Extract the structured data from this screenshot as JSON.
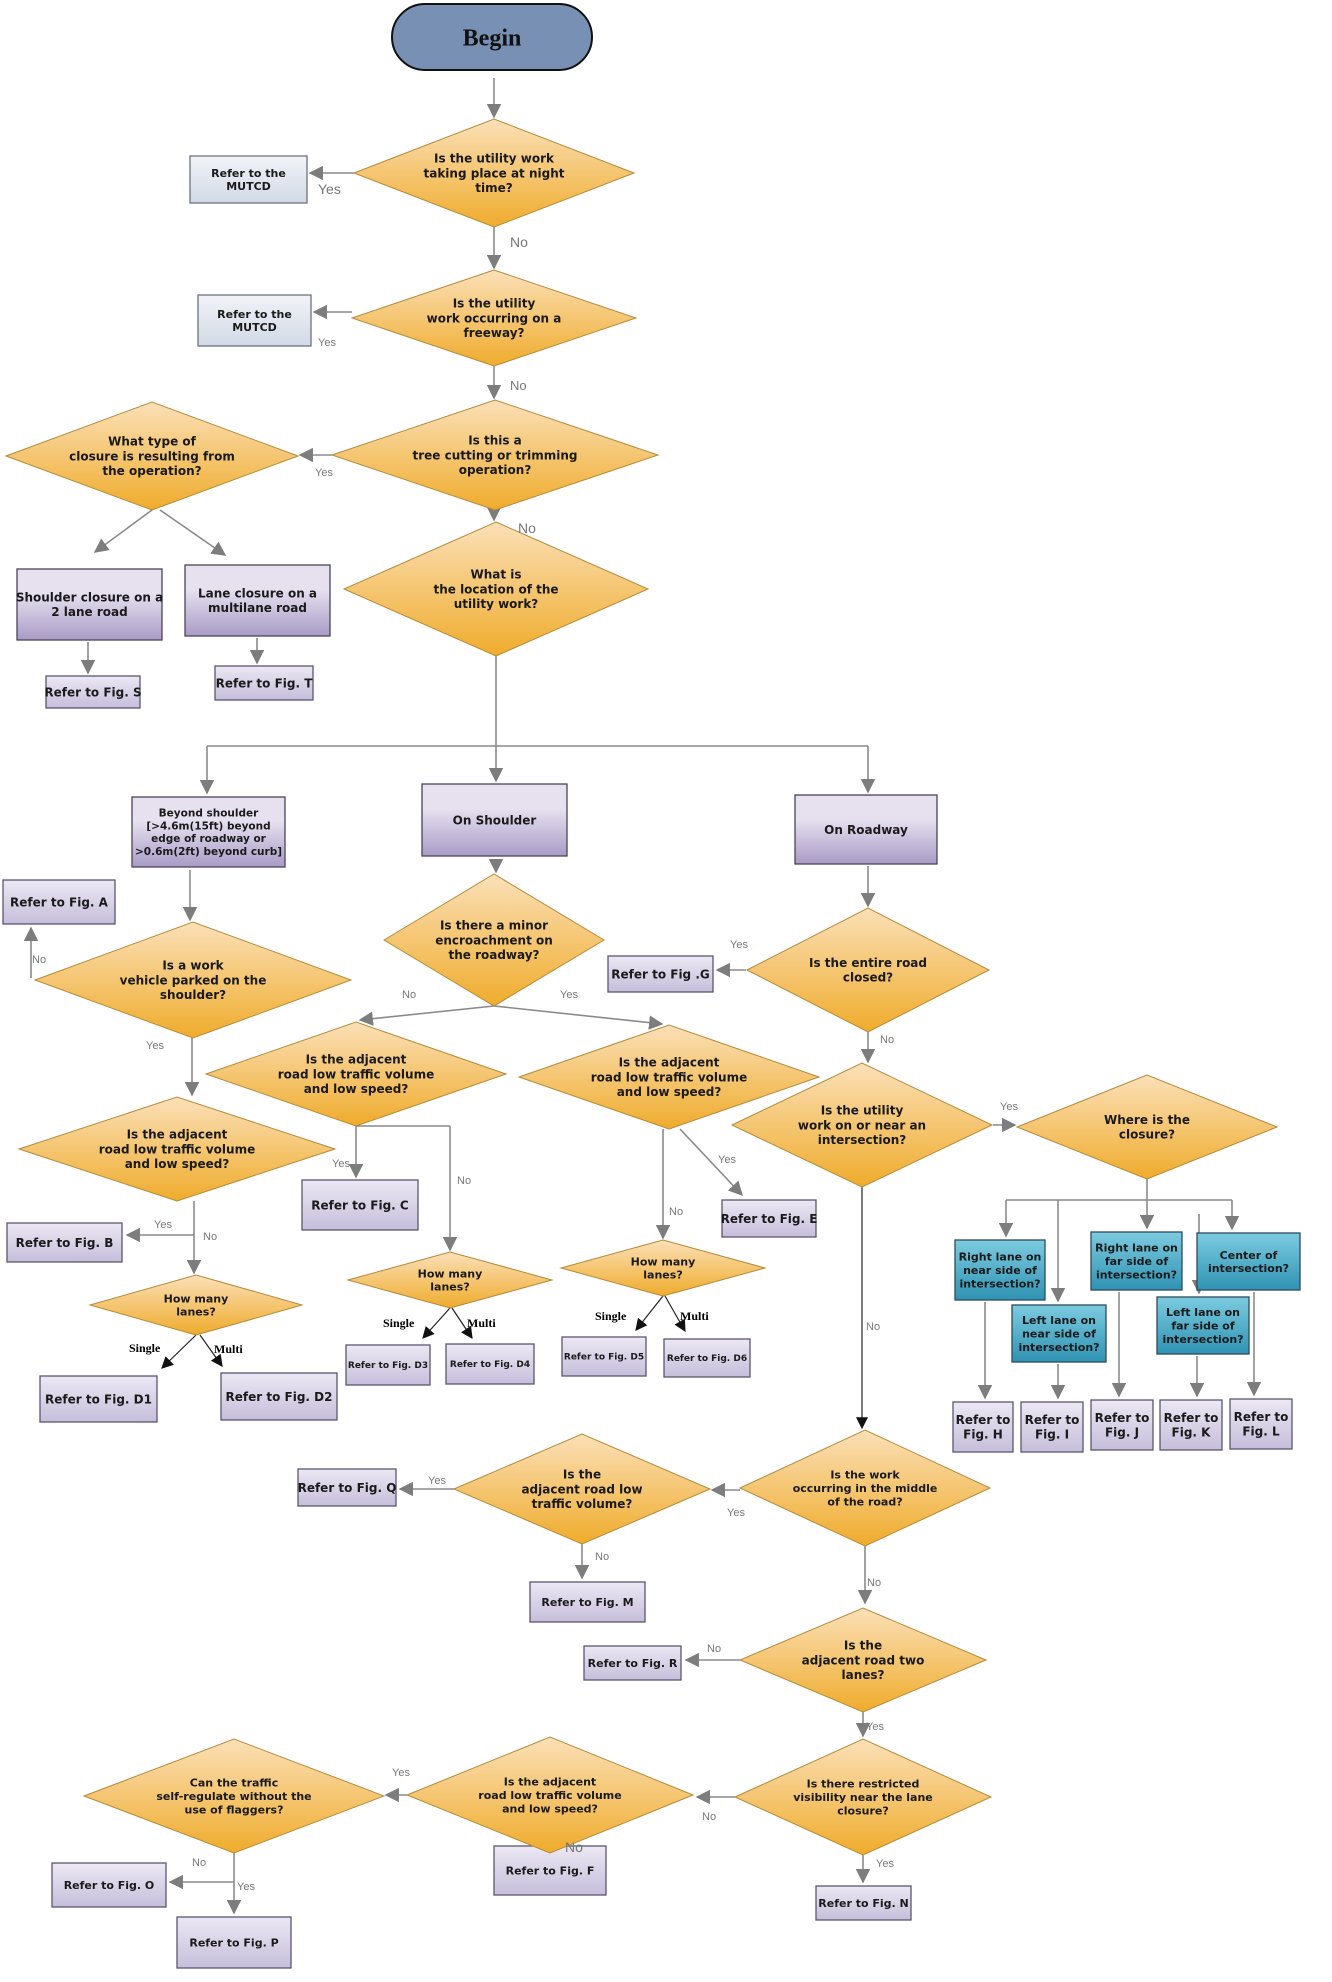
{
  "title": "Utility work traffic control selection flowchart",
  "colors": {
    "decision_top": "#fbe0b8",
    "decision_bottom": "#efac2c",
    "process_top": "#e6e0ef",
    "process_bottom": "#a99bc6",
    "reference_top": "#ece8f3",
    "reference_bottom": "#c6bedb",
    "mutcd_top": "#f1f3f7",
    "mutcd_bottom": "#d2dae6",
    "question_box_top": "#7ccbe0",
    "question_box_bottom": "#2f93b3",
    "begin_fill": "#7890b3",
    "connector": "#8a8a8a"
  },
  "nodes": {
    "begin": {
      "type": "start",
      "text": [
        "Begin"
      ]
    },
    "q_night": {
      "type": "decision",
      "text": [
        "Is the utility work",
        "taking place at night",
        "time?"
      ]
    },
    "mutcd_1": {
      "type": "mutcd",
      "text": [
        "Refer to the",
        "MUTCD"
      ]
    },
    "q_freeway": {
      "type": "decision",
      "text": [
        "Is the utility",
        "work occurring on a",
        "freeway?"
      ]
    },
    "mutcd_2": {
      "type": "mutcd",
      "text": [
        "Refer to the",
        "MUTCD"
      ]
    },
    "q_tree": {
      "type": "decision",
      "text": [
        "Is this a",
        "tree cutting or trimming",
        "operation?"
      ]
    },
    "q_closure_type": {
      "type": "decision",
      "text": [
        "What type of",
        "closure is resulting from",
        "the operation?"
      ]
    },
    "shoulder_2lane": {
      "type": "process",
      "text": [
        "Shoulder closure on a",
        "2 lane road"
      ]
    },
    "lane_multilane": {
      "type": "process",
      "text": [
        "Lane closure on a",
        "multilane road"
      ]
    },
    "fig_s": {
      "type": "reference",
      "text": [
        "Refer to Fig. S"
      ]
    },
    "fig_t": {
      "type": "reference",
      "text": [
        "Refer to Fig. T"
      ]
    },
    "q_location": {
      "type": "decision",
      "text": [
        "What is",
        "the location of the",
        "utility work?"
      ]
    },
    "beyond_shoulder": {
      "type": "process",
      "text": [
        "Beyond shoulder",
        "[>4.6m(15ft) beyond",
        "edge of roadway or",
        ">0.6m(2ft) beyond curb]"
      ]
    },
    "on_shoulder": {
      "type": "process",
      "text": [
        "On Shoulder"
      ]
    },
    "on_roadway": {
      "type": "process",
      "text": [
        "On Roadway"
      ]
    },
    "fig_a": {
      "type": "reference",
      "text": [
        "Refer to Fig. A"
      ]
    },
    "q_vehicle_parked": {
      "type": "decision",
      "text": [
        "Is a work",
        "vehicle parked on the",
        "shoulder?"
      ]
    },
    "q_minor_encroach": {
      "type": "decision",
      "text": [
        "Is there a minor",
        "encroachment on",
        "the roadway?"
      ]
    },
    "fig_g": {
      "type": "reference",
      "text": [
        "Refer to Fig .G"
      ]
    },
    "q_entire_closed": {
      "type": "decision",
      "text": [
        "Is the entire road",
        "closed?"
      ]
    },
    "q_adj_low_a": {
      "type": "decision",
      "text": [
        "Is the adjacent",
        "road low traffic volume",
        "and low speed?"
      ]
    },
    "q_adj_low_b": {
      "type": "decision",
      "text": [
        "Is the adjacent",
        "road low traffic volume",
        "and low speed?"
      ]
    },
    "q_adj_low_c": {
      "type": "decision",
      "text": [
        "Is the adjacent",
        "road low traffic volume",
        "and low speed?"
      ]
    },
    "q_intersection": {
      "type": "decision",
      "text": [
        "Is the utility",
        "work on or near an",
        "intersection?"
      ]
    },
    "q_where_closure": {
      "type": "decision",
      "text": [
        "Where is the",
        "closure?"
      ]
    },
    "fig_b": {
      "type": "reference",
      "text": [
        "Refer to Fig. B"
      ]
    },
    "fig_c": {
      "type": "reference",
      "text": [
        "Refer to Fig. C"
      ]
    },
    "fig_e": {
      "type": "reference",
      "text": [
        "Refer to Fig. E"
      ]
    },
    "q_lanes_a": {
      "type": "decision",
      "text": [
        "How many",
        "lanes?"
      ]
    },
    "q_lanes_b": {
      "type": "decision",
      "text": [
        "How many",
        "lanes?"
      ]
    },
    "q_lanes_c": {
      "type": "decision",
      "text": [
        "How many",
        "lanes?"
      ]
    },
    "fig_d1": {
      "type": "reference",
      "text": [
        "Refer to Fig. D1"
      ]
    },
    "fig_d2": {
      "type": "reference",
      "text": [
        "Refer to Fig. D2"
      ]
    },
    "fig_d3": {
      "type": "reference",
      "text": [
        "Refer to Fig. D3"
      ]
    },
    "fig_d4": {
      "type": "reference",
      "text": [
        "Refer to Fig. D4"
      ]
    },
    "fig_d5": {
      "type": "reference",
      "text": [
        "Refer to Fig. D5"
      ]
    },
    "fig_d6": {
      "type": "reference",
      "text": [
        "Refer to Fig. D6"
      ]
    },
    "q_right_near": {
      "type": "question_box",
      "text": [
        "Right lane on",
        "near side of",
        "intersection?"
      ]
    },
    "q_left_near": {
      "type": "question_box",
      "text": [
        "Left lane on",
        "near side of",
        "intersection?"
      ]
    },
    "q_right_far": {
      "type": "question_box",
      "text": [
        "Right lane on",
        "far side of",
        "intersection?"
      ]
    },
    "q_left_far": {
      "type": "question_box",
      "text": [
        "Left lane on",
        "far side of",
        "intersection?"
      ]
    },
    "q_center": {
      "type": "question_box",
      "text": [
        "Center of",
        "intersection?"
      ]
    },
    "fig_h": {
      "type": "reference",
      "text": [
        "Refer to",
        "Fig. H"
      ]
    },
    "fig_i": {
      "type": "reference",
      "text": [
        "Refer to",
        "Fig. I"
      ]
    },
    "fig_j": {
      "type": "reference",
      "text": [
        "Refer to",
        "Fig. J"
      ]
    },
    "fig_k": {
      "type": "reference",
      "text": [
        "Refer to",
        "Fig. K"
      ]
    },
    "fig_l": {
      "type": "reference",
      "text": [
        "Refer to",
        "Fig. L"
      ]
    },
    "q_middle_road": {
      "type": "decision",
      "text": [
        "Is the work",
        "occurring in the middle",
        "of the road?"
      ]
    },
    "q_adj_low_volume": {
      "type": "decision",
      "text": [
        "Is the",
        "adjacent road low",
        "traffic volume?"
      ]
    },
    "fig_q": {
      "type": "reference",
      "text": [
        "Refer to Fig. Q"
      ]
    },
    "fig_m": {
      "type": "reference",
      "text": [
        "Refer to Fig. M"
      ]
    },
    "q_two_lanes": {
      "type": "decision",
      "text": [
        "Is the",
        "adjacent road two",
        "lanes?"
      ]
    },
    "fig_r": {
      "type": "reference",
      "text": [
        "Refer to Fig. R"
      ]
    },
    "q_restricted_vis": {
      "type": "decision",
      "text": [
        "Is there restricted",
        "visibility near the lane",
        "closure?"
      ]
    },
    "fig_n": {
      "type": "reference",
      "text": [
        "Refer to Fig. N"
      ]
    },
    "q_self_regulate": {
      "type": "decision",
      "text": [
        "Can the traffic",
        "self-regulate without the",
        "use of flaggers?"
      ]
    },
    "fig_f": {
      "type": "reference",
      "text": [
        "Refer to Fig. F"
      ]
    },
    "fig_o": {
      "type": "reference",
      "text": [
        "Refer to Fig. O"
      ]
    },
    "fig_p": {
      "type": "reference",
      "text": [
        "Refer to Fig. P"
      ]
    }
  },
  "edge_labels": {
    "night_yes": "Yes",
    "night_no": "No",
    "freeway_yes": "Yes",
    "freeway_no": "No",
    "tree_yes": "Yes",
    "tree_no": "No",
    "vehicle_no": "No",
    "vehicle_yes": "Yes",
    "encroach_no": "No",
    "encroach_yes": "Yes",
    "closed_yes": "Yes",
    "closed_no": "No",
    "adj_a_yes": "Yes",
    "adj_a_no": "No",
    "adj_b_yes": "Yes",
    "adj_b_no": "No",
    "adj_c_yes": "Yes",
    "adj_c_no": "No",
    "lanes_a_single": "Single",
    "lanes_a_multi": "Multi",
    "lanes_b_single": "Single",
    "lanes_b_multi": "Multi",
    "lanes_c_single": "Single",
    "lanes_c_multi": "Multi",
    "intersection_yes": "Yes",
    "intersection_no": "No",
    "middle_yes": "Yes",
    "middle_no": "No",
    "lowvol_yes": "Yes",
    "lowvol_no": "No",
    "two_lanes_no": "No",
    "two_lanes_yes": "Yes",
    "vis_no": "No",
    "vis_yes": "Yes",
    "adj_bottom_yes": "Yes",
    "adj_bottom_no": "No",
    "self_no": "No",
    "self_yes": "Yes"
  }
}
